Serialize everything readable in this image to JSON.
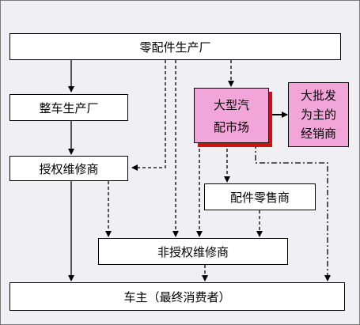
{
  "boxes": {
    "parts_factory": "零配件生产厂",
    "vehicle_factory": "整车生产厂",
    "parts_market": {
      "line1": "大型汽",
      "line2": "配市场"
    },
    "wholesale_dealer": {
      "line1": "大批发",
      "line2": "为主的",
      "line3": "经销商"
    },
    "authorized_repair": "授权维修商",
    "parts_retailer": "配件零售商",
    "unauthorized_repair": "非授权维修商",
    "car_owner": "车主（最终消费者）"
  },
  "colors": {
    "background": "#efeff4",
    "box_fill": "#ffffff",
    "market_fill": "#f2a5d8",
    "market_shadow": "#d01010",
    "line": "#000000"
  }
}
